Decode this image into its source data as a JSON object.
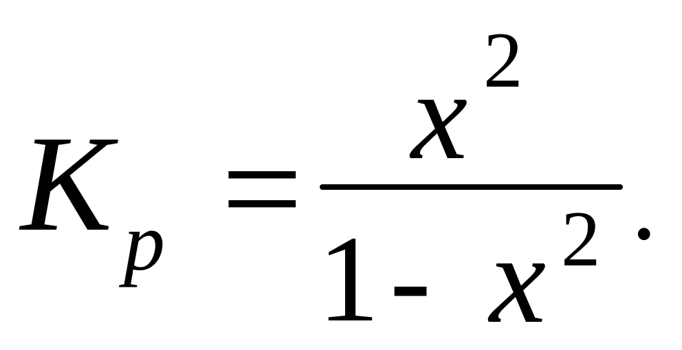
{
  "formula": {
    "lhs": {
      "symbol": "K",
      "subscript": "p"
    },
    "operator": "=",
    "numerator": {
      "variable": "x",
      "exponent": "2"
    },
    "denominator": {
      "constant": "1",
      "operator": "-",
      "variable": "x",
      "exponent": "2"
    },
    "terminal_punctuation": "."
  }
}
